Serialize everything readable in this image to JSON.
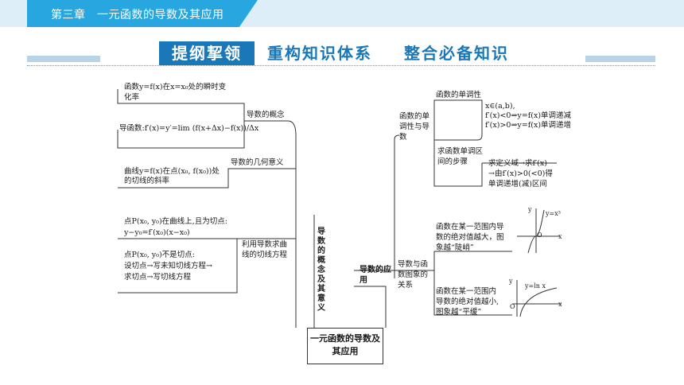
{
  "header": {
    "chapter": "第三章　一元函数的导数及其应用",
    "badge": "提纲挈领",
    "heading_1": "重构知识体系",
    "heading_2": "整合必备知识"
  },
  "diagram": {
    "root": "一元函数的导数及其应用",
    "left_branch": "导数的概念及其意义",
    "left": {
      "concept": "导数的概念",
      "rate_1": "函数y=f(x)在x=x₀处的瞬时变",
      "rate_2": "化率",
      "derivative_fn": "导函数:f′(x)=y′=lim (f(x+Δx)−f(x))/Δx",
      "geometric": "导数的几何意义",
      "slope_1": "曲线y=f(x)在点(x₀, f(x₀))处",
      "slope_2": "的切线的斜率",
      "tangent": "利用导数求曲线的切线方程",
      "on_curve_1": "点P(x₀, y₀)在曲线上,且为切点:",
      "on_curve_2": "y−y₀=f′(x₀)(x−x₀)",
      "not_tangent_1": "点P(x₀, y₀)不是切点:",
      "not_tangent_2": "设切点→写未知切线方程→",
      "not_tangent_3": "求切点→写切线方程"
    },
    "right_branch": "导数的应用",
    "right": {
      "mono_label": "函数的单调性与导数",
      "mono_title": "函数的单调性",
      "mono_1": "x∈(a,b),",
      "mono_2": "f′(x)<0⇒y=f(x)单调递减",
      "mono_3": "f′(x)>0⇒y=f(x)单调递增",
      "steps_title": "求函数单调区间的步骤",
      "steps_1": "求定义域→求f′(x)",
      "steps_2": "→由f′(x)>0(<0)得",
      "steps_3": "单调递增(减)区间",
      "graph_label": "导数与函数图象的关系",
      "steep_1": "函数在某一范围内导",
      "steep_2": "数的绝对值越大，图",
      "steep_3": "象越“陡峭”",
      "flat_1": "函数在某一范围内",
      "flat_2": "导数的绝对值越小,",
      "flat_3": "图象越“平缓”",
      "graph1_eq": "y=x³",
      "graph2_eq": "y=ln x",
      "axis_x": "x",
      "axis_y": "y",
      "origin": "O"
    }
  }
}
